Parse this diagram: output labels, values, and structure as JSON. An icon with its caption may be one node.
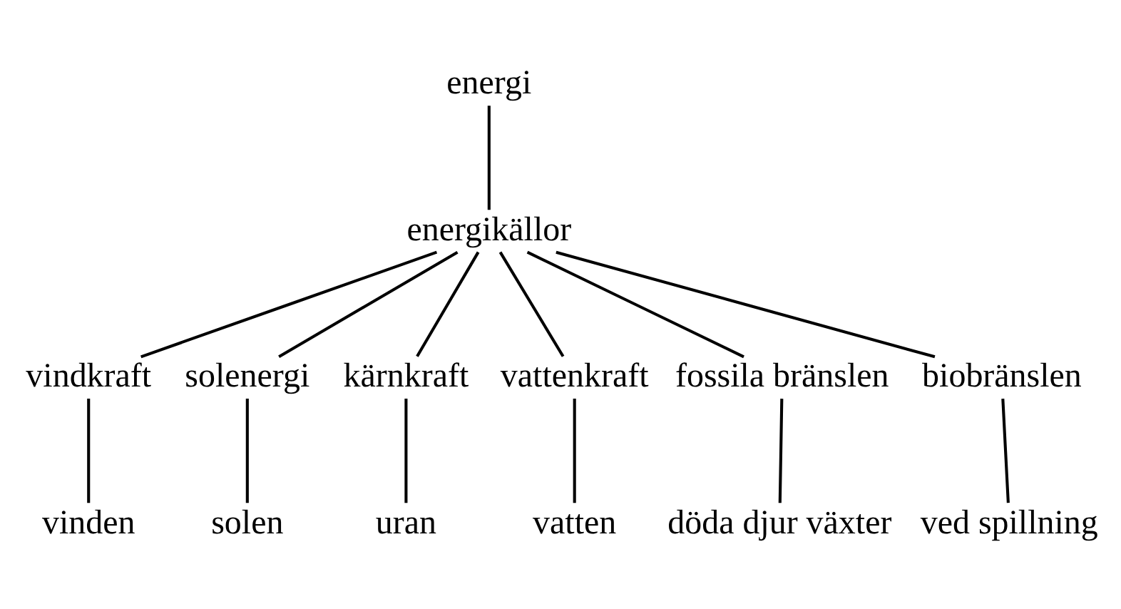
{
  "diagram": {
    "nodes": [
      {
        "text": [
          "energi"
        ]
      },
      {
        "text": [
          "energikällor"
        ]
      },
      {
        "text": [
          "vindkraft"
        ]
      },
      {
        "text": [
          "solenergi"
        ]
      },
      {
        "text": [
          "kärnkraft"
        ]
      },
      {
        "text": [
          "vattenkraft"
        ]
      },
      {
        "text": [
          "fossila bränslen"
        ]
      },
      {
        "text": [
          "biobränslen"
        ]
      },
      {
        "text": [
          "vinden"
        ]
      },
      {
        "text": [
          "solen"
        ]
      },
      {
        "text": [
          "uran"
        ]
      },
      {
        "text": [
          "vatten"
        ]
      },
      {
        "text": [
          "döda djur växter"
        ]
      },
      {
        "text": [
          "ved spillning"
        ]
      }
    ],
    "edges": [
      {
        "from": 0,
        "to": 1,
        "arrow": "none"
      },
      {
        "from": 1,
        "to": 2,
        "arrow": "none"
      },
      {
        "from": 1,
        "to": 3,
        "arrow": "none"
      },
      {
        "from": 1,
        "to": 4,
        "arrow": "none"
      },
      {
        "from": 1,
        "to": 5,
        "arrow": "none"
      },
      {
        "from": 1,
        "to": 6,
        "arrow": "none"
      },
      {
        "from": 1,
        "to": 7,
        "arrow": "none"
      },
      {
        "from": 2,
        "to": 8,
        "arrow": "none"
      },
      {
        "from": 3,
        "to": 9,
        "arrow": "none"
      },
      {
        "from": 4,
        "to": 10,
        "arrow": "none"
      },
      {
        "from": 5,
        "to": 11,
        "arrow": "none"
      },
      {
        "from": 6,
        "to": 12,
        "arrow": "none"
      },
      {
        "from": 7,
        "to": 13,
        "arrow": "none"
      }
    ]
  }
}
